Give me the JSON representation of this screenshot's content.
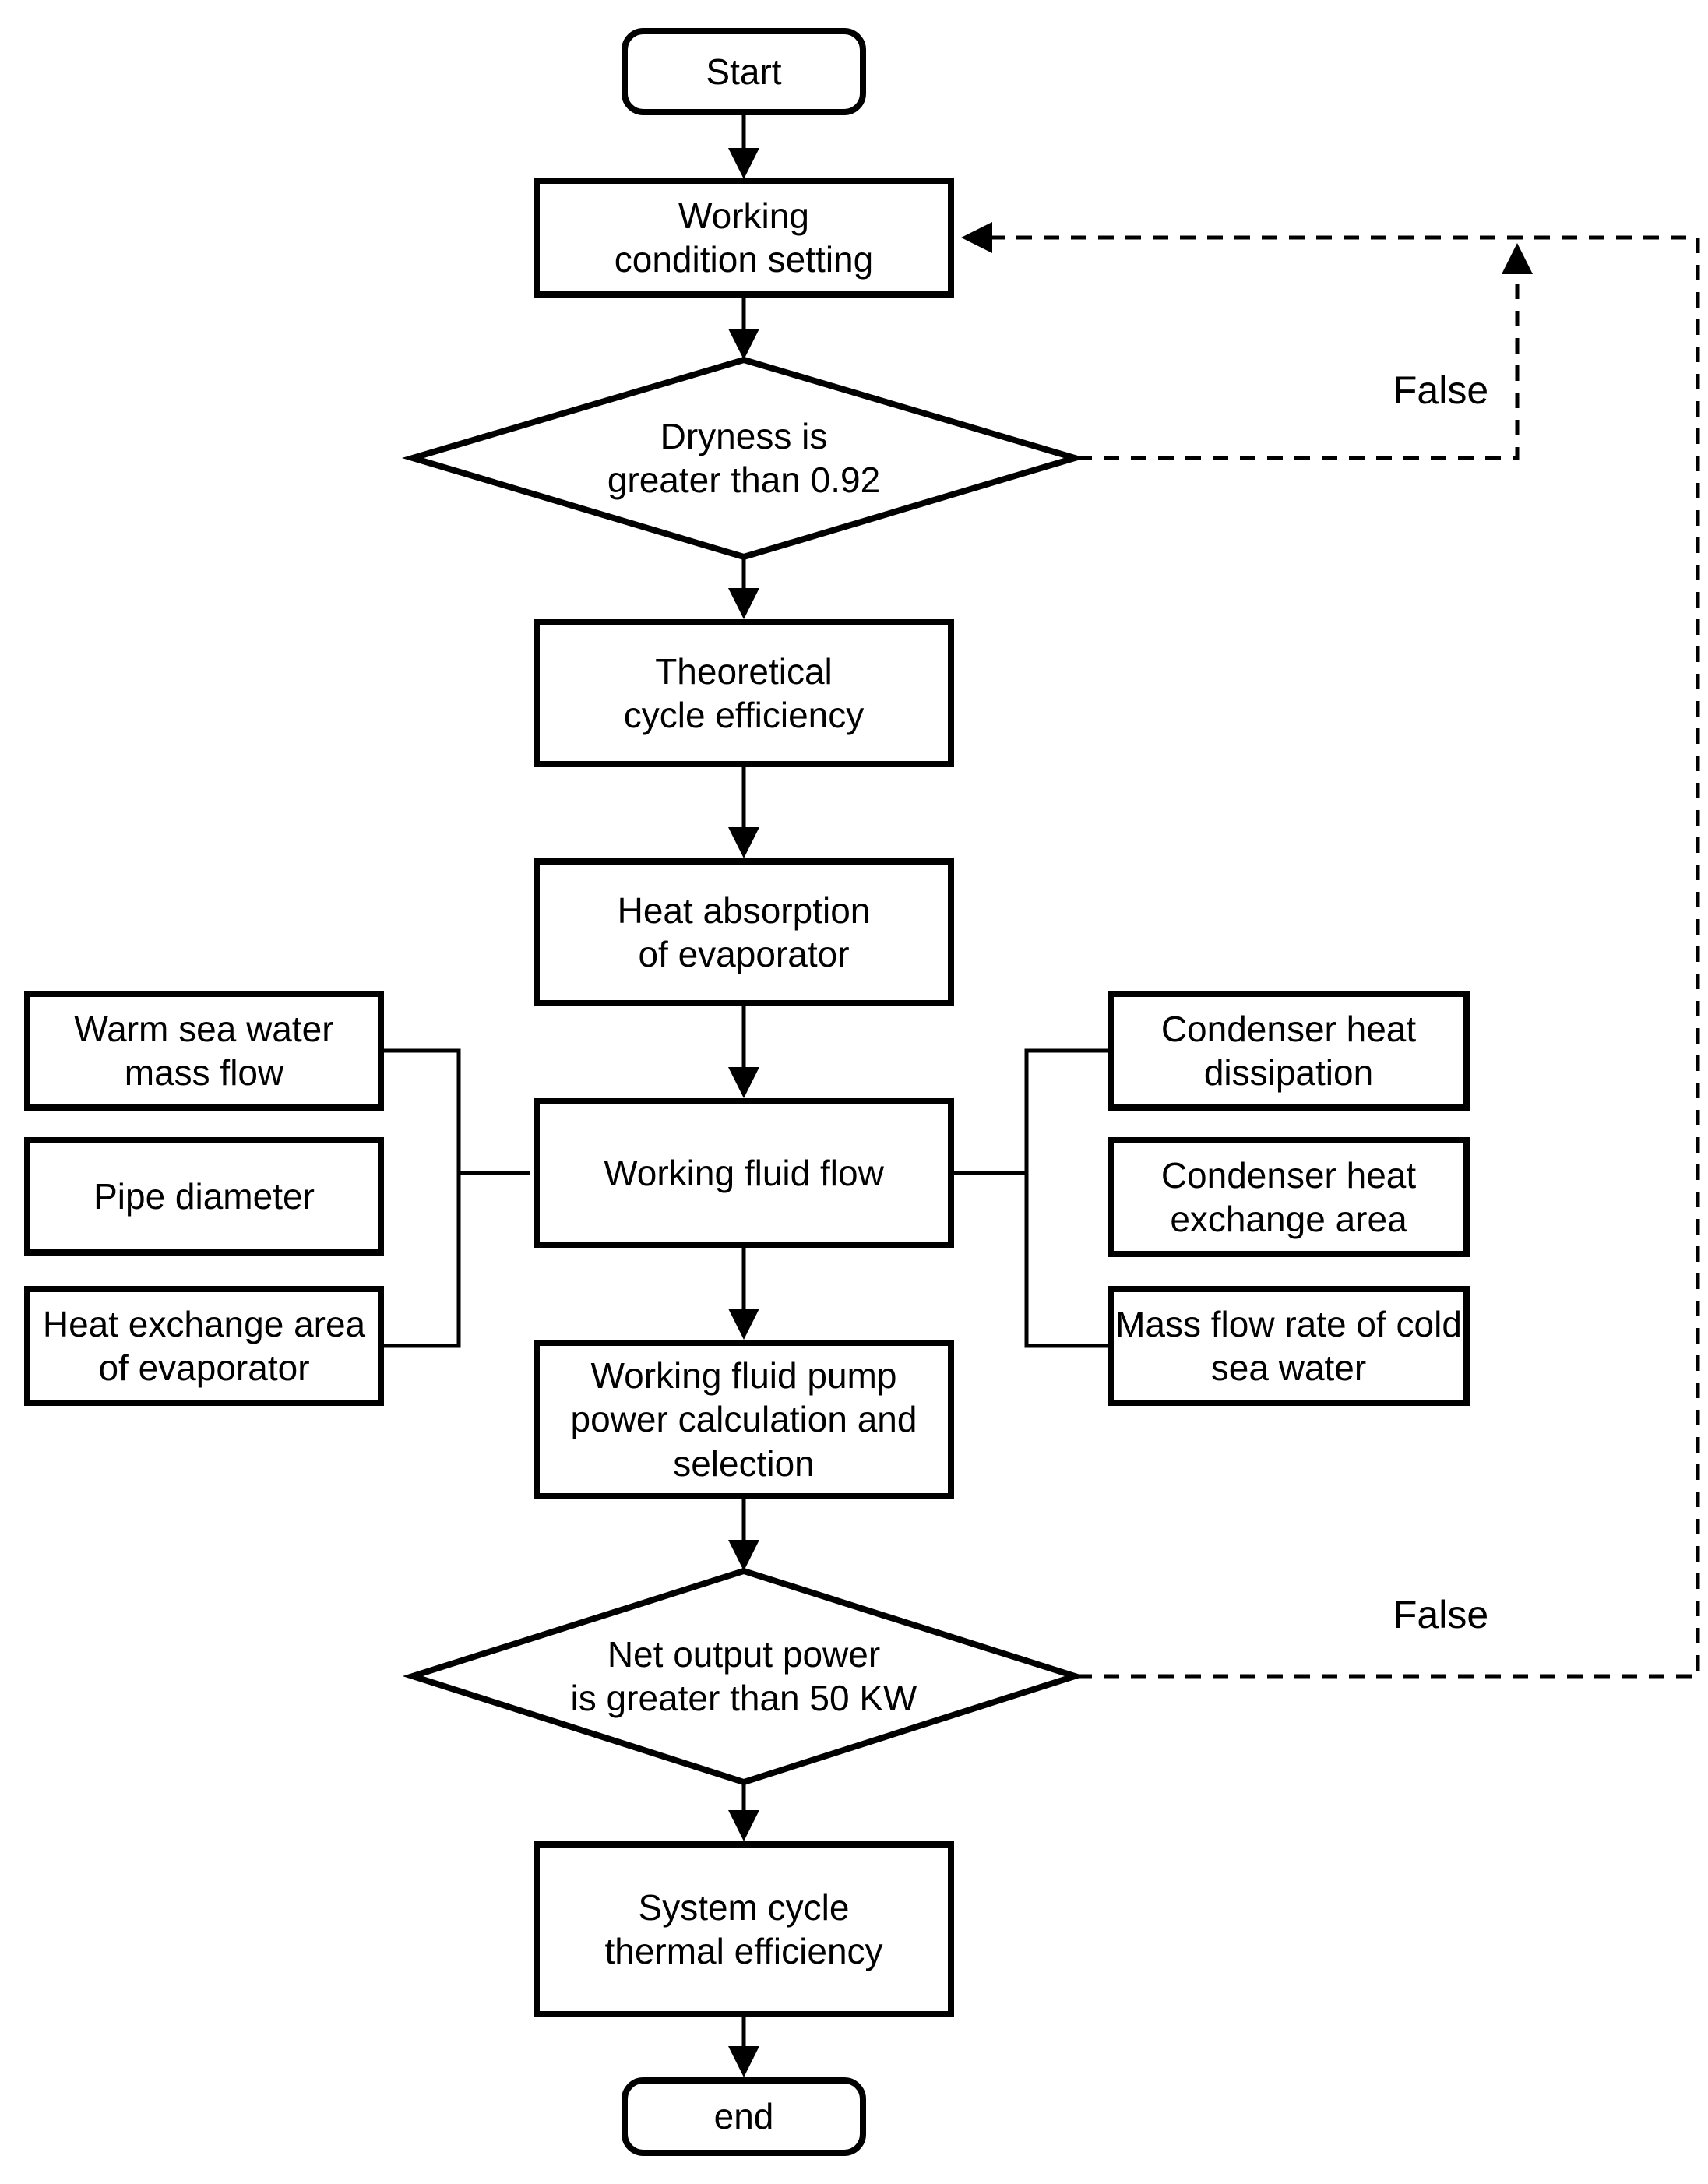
{
  "diagram": {
    "background": "#ffffff",
    "line_color": "#000000",
    "text_color": "#000000",
    "nodes": {
      "start": {
        "type": "terminator",
        "label": "Start"
      },
      "working_condition": {
        "type": "process",
        "label": "Working\ncondition setting"
      },
      "dryness_decision": {
        "type": "decision",
        "label": "Dryness is\ngreater than 0.92"
      },
      "theoretical": {
        "type": "process",
        "label": "Theoretical\ncycle efficiency"
      },
      "heat_absorption": {
        "type": "process",
        "label": "Heat absorption\nof evaporator"
      },
      "working_fluid_flow": {
        "type": "process",
        "label": "Working fluid flow"
      },
      "pump": {
        "type": "process",
        "label": "Working fluid pump\npower calculation and\nselection"
      },
      "net_power_decision": {
        "type": "decision",
        "label": "Net output power\nis greater than 50 KW"
      },
      "system_cycle": {
        "type": "process",
        "label": "System cycle\nthermal efficiency"
      },
      "end": {
        "type": "terminator",
        "label": "end"
      }
    },
    "left_inputs": [
      {
        "label": "Warm sea water\nmass flow"
      },
      {
        "label": "Pipe diameter"
      },
      {
        "label": "Heat exchange area\nof evaporator"
      }
    ],
    "right_outputs": [
      {
        "label": "Condenser heat\ndissipation"
      },
      {
        "label": "Condenser heat\nexchange area"
      },
      {
        "label": "Mass flow rate of cold\nsea water"
      }
    ],
    "edge_labels": {
      "false_top": "False",
      "false_bottom": "False"
    }
  }
}
